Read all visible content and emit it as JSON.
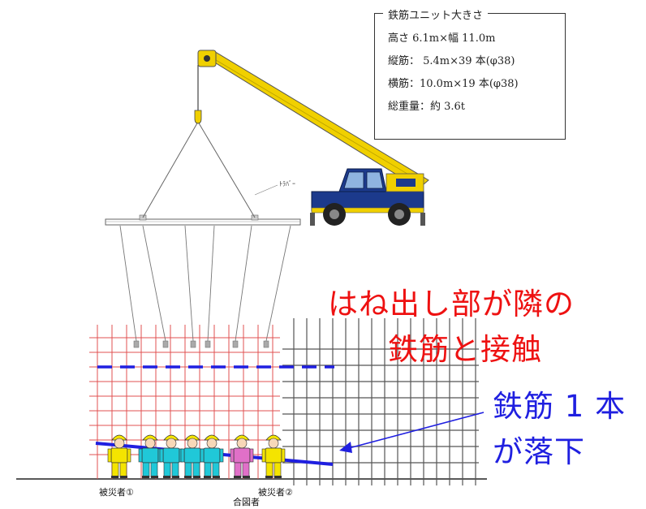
{
  "spec_box": {
    "title": "鉄筋ユニット大きさ",
    "lines": [
      "高さ 6.1m×幅 11.0m",
      "縦筋： 5.4m×39 本(φ38)",
      "横筋：10.0m×19 本(φ38)",
      "総重量：約 3.6t"
    ]
  },
  "spreader_label": "ﾄﾗﾊﾞｰ",
  "callout_red": {
    "line1": "はね出し部が隣の",
    "line2": "鉄筋と接触"
  },
  "callout_blue": {
    "line1": "鉄筋 1 本",
    "line2": "が落下"
  },
  "labels": {
    "victim1": "被災者①",
    "victim2": "被災者②",
    "signaler": "合図者"
  },
  "colors": {
    "crane_body": "#f0d000",
    "crane_cab": "#1c3a8c",
    "red_grid": "#e05050",
    "dark_grid": "#555555",
    "blue_accent": "#1f1fe0",
    "red_text": "#ee1111",
    "worker_yellow": "#f4e400",
    "worker_cyan": "#20c8d8",
    "worker_pink": "#e070c8"
  },
  "workers": [
    {
      "color": "yellow"
    },
    {
      "color": "cyan"
    },
    {
      "color": "cyan"
    },
    {
      "color": "cyan"
    },
    {
      "color": "cyan"
    },
    {
      "color": "pink"
    },
    {
      "color": "yellow"
    }
  ]
}
